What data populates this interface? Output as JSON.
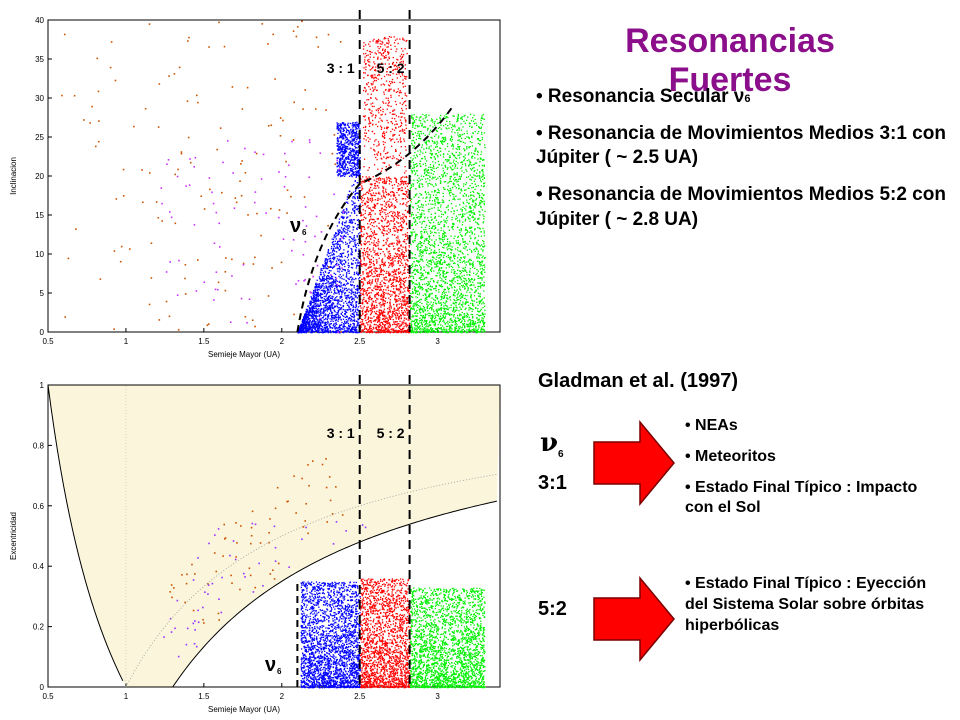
{
  "slide": {
    "title": "Resonancias Fuertes",
    "bullets": [
      {
        "text": "• Resonancia Secular ν",
        "sub": "6"
      },
      {
        "text": "• Resonancia de Movimientos Medios 3:1 con Júpiter ( ~ 2.5 UA)"
      },
      {
        "text": "• Resonancia de Movimientos Medios 5:2 con Júpiter ( ~ 2.8 UA)"
      }
    ],
    "citation": "Gladman et al. (1997)",
    "nu_symbol": "ν",
    "nu_sub": "6",
    "label_31": "3:1",
    "label_52": "5:2",
    "outcomes_31": [
      "• NEAs",
      "• Meteoritos",
      "• Estado Final  Típico : Impacto con el Sol"
    ],
    "outcomes_52": [
      "• Estado Final Típico : Eyección del Sistema Solar sobre órbitas hiperbólicas"
    ],
    "arrow_color": "#ff0000"
  },
  "chart_data": [
    {
      "type": "scatter",
      "xlabel": "Semieje Mayor (UA)",
      "ylabel": "Inclinacion",
      "xlim": [
        0.5,
        3.4
      ],
      "ylim": [
        0,
        40
      ],
      "xticks": [
        "0.5",
        "1",
        "1.5",
        "2",
        "2.5",
        "3"
      ],
      "yticks": [
        "0",
        "5",
        "10",
        "15",
        "20",
        "25",
        "30",
        "35",
        "40"
      ],
      "resonance_lines": [
        {
          "x": 2.5,
          "label": "3 : 1"
        },
        {
          "x": 2.82,
          "label": "5 : 2"
        }
      ],
      "nu6_label": "ν6",
      "series": [
        {
          "color": "#0000ff",
          "clusters": [
            [
              2.1,
              2.5,
              0,
              22
            ],
            [
              2.35,
              2.5,
              20,
              27
            ]
          ]
        },
        {
          "color": "#ff0000",
          "clusters": [
            [
              2.5,
              2.82,
              0,
              20
            ],
            [
              2.52,
              2.8,
              20,
              38
            ]
          ]
        },
        {
          "color": "#00ee00",
          "clusters": [
            [
              2.82,
              3.3,
              0,
              28
            ]
          ]
        },
        {
          "color": "#cc5500",
          "clusters": [
            [
              0.55,
              2.4,
              0,
              40
            ]
          ]
        },
        {
          "color": "#cc33ff",
          "clusters": [
            [
              1.2,
              2.4,
              0,
              25
            ]
          ]
        }
      ]
    },
    {
      "type": "scatter",
      "xlabel": "Semieje Mayor (UA)",
      "ylabel": "Excentricidad",
      "xlim": [
        0.5,
        3.4
      ],
      "ylim": [
        0,
        1
      ],
      "xticks": [
        "0.5",
        "1",
        "1.5",
        "2",
        "2.5",
        "3"
      ],
      "yticks": [
        "0",
        "0.2",
        "0.4",
        "0.6",
        "0.8",
        "1"
      ],
      "resonance_lines": [
        {
          "x": 2.5,
          "label": "3 : 1"
        },
        {
          "x": 2.82,
          "label": "5 : 2"
        }
      ],
      "nu6_label": "ν6",
      "series": [
        {
          "color": "#0000ff",
          "clusters": [
            [
              2.12,
              2.5,
              0,
              0.35
            ]
          ]
        },
        {
          "color": "#ff0000",
          "clusters": [
            [
              2.5,
              2.82,
              0,
              0.36
            ]
          ]
        },
        {
          "color": "#00ee00",
          "clusters": [
            [
              2.82,
              3.3,
              0,
              0.33
            ]
          ]
        },
        {
          "color": "#cc5500",
          "clusters": [
            [
              0.6,
              2.4,
              0.2,
              0.8
            ]
          ]
        },
        {
          "color": "#9933ff",
          "clusters": [
            [
              1.1,
              2.6,
              0.1,
              0.55
            ]
          ]
        }
      ]
    }
  ]
}
